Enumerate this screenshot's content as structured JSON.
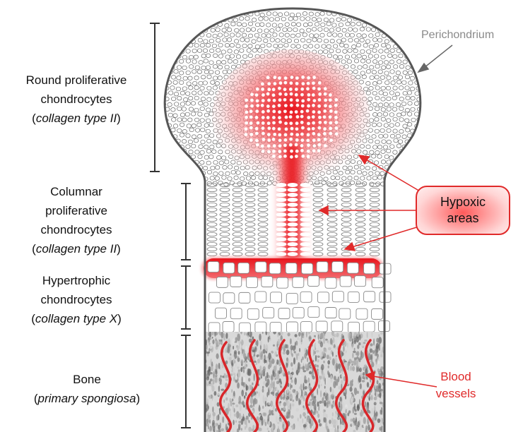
{
  "labels": {
    "perichondrium": "Perichondrium",
    "round": {
      "line1": "Round proliferative",
      "line2": "chondrocytes",
      "open": "(",
      "italic": "collagen type II",
      "close": ")"
    },
    "columnar": {
      "line1": "Columnar",
      "line2": "proliferative",
      "line3": "chondrocytes",
      "open": "(",
      "italic": "collagen type II",
      "close": ")"
    },
    "hypertrophic": {
      "line1": "Hypertrophic",
      "line2": "chondrocytes",
      "open": "(",
      "italic": "collagen type X",
      "close": ")"
    },
    "bone": {
      "line1": "Bone",
      "open": "(",
      "italic": "primary spongiosa",
      "close": ")"
    },
    "hypoxic": {
      "line1": "Hypoxic",
      "line2": "areas"
    },
    "blood": {
      "line1": "Blood",
      "line2": "vessels"
    }
  },
  "colors": {
    "accent": "#e02a2a",
    "outline": "#555555",
    "text": "#111111",
    "perichondrium_text": "#8a8a8a",
    "hypoxia_core": "#e8141c"
  }
}
